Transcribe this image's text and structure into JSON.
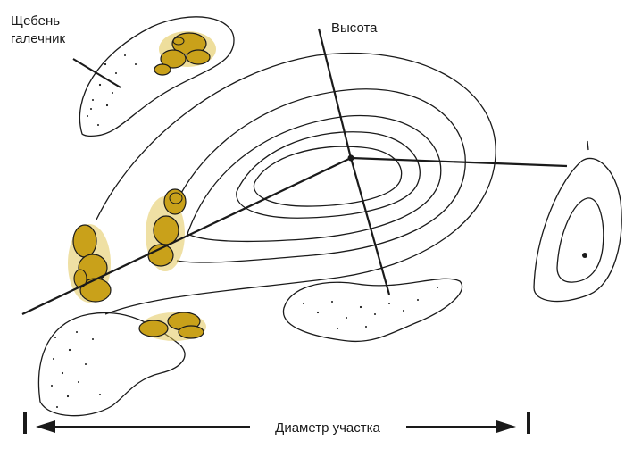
{
  "labels": {
    "gravel_line1": "Щебень",
    "gravel_line2": "галечник",
    "height": "Высота",
    "diameter": "Диаметр участка"
  },
  "colors": {
    "ink": "#1a1a1a",
    "stone_fill": "#c9a11a",
    "stone_glow": "#e0c24a",
    "background": "#ffffff"
  }
}
